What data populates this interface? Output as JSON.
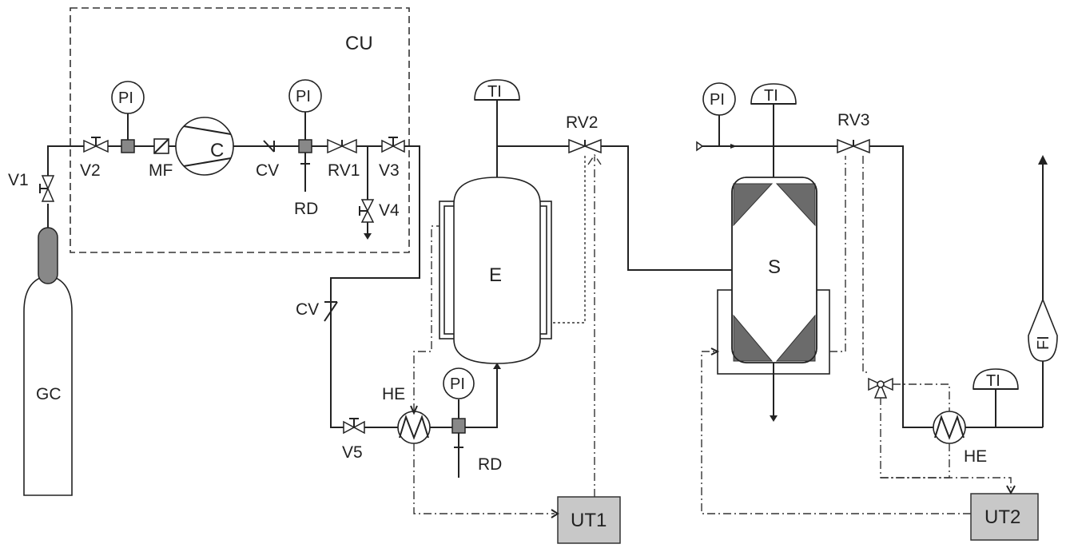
{
  "labels": {
    "cu": "CU",
    "gc": "GC",
    "v1": "V1",
    "v2": "V2",
    "v3": "V3",
    "v4": "V4",
    "v5": "V5",
    "mf": "MF",
    "c": "C",
    "cv_top": "CV",
    "cv_left": "CV",
    "rv1": "RV1",
    "rv2": "RV2",
    "rv3": "RV3",
    "rd_top": "RD",
    "rd_bottom": "RD",
    "e": "E",
    "s": "S",
    "he_left": "HE",
    "he_right": "HE",
    "ut1": "UT1",
    "ut2": "UT2",
    "pi_1": "PI",
    "pi_2": "PI",
    "pi_3": "PI",
    "pi_4": "PI",
    "ti_1": "TI",
    "ti_2": "TI",
    "ti_3": "TI",
    "fi": "FI"
  }
}
